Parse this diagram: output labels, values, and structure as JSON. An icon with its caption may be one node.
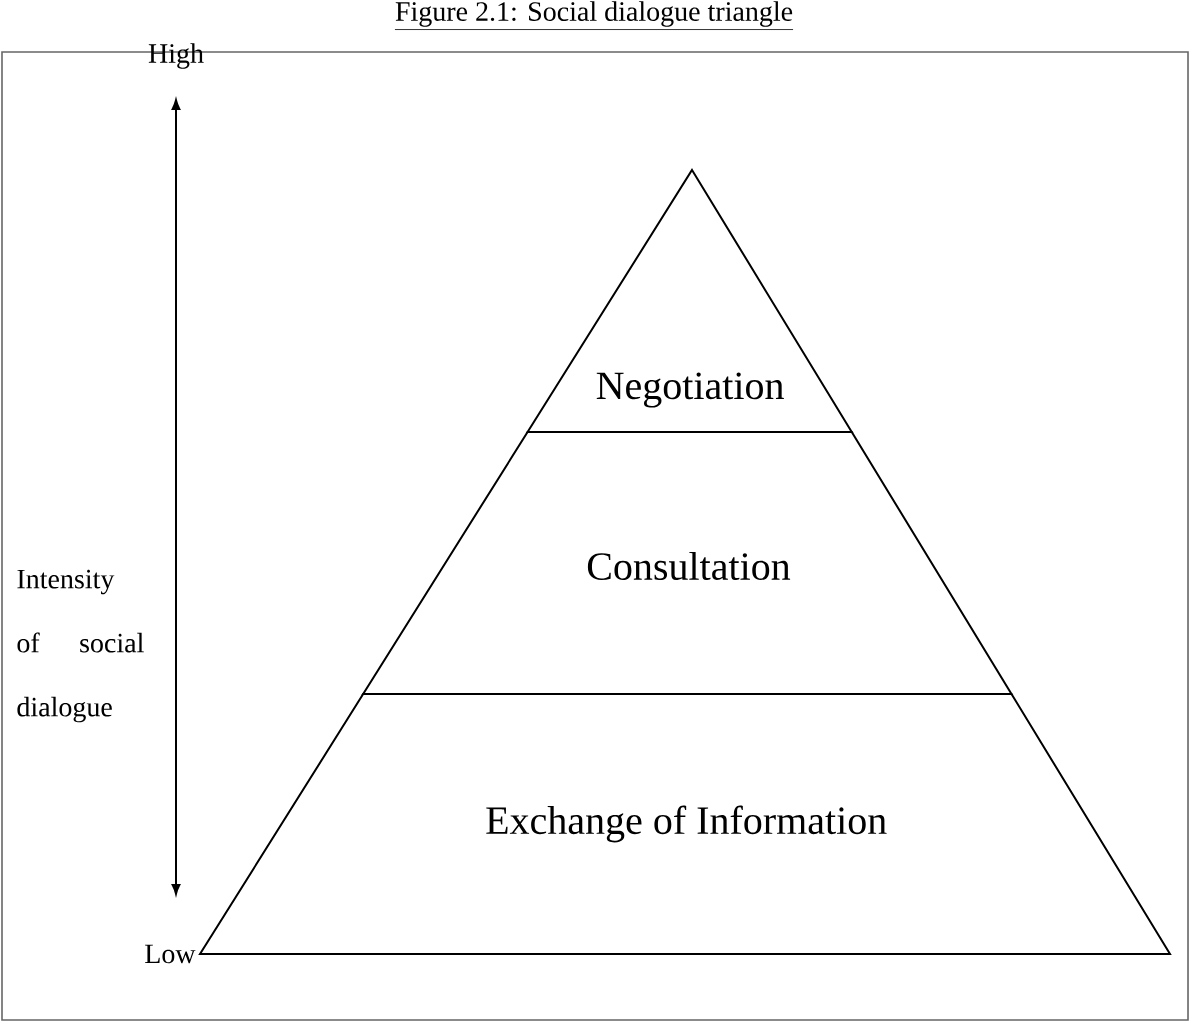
{
  "diagram": {
    "title": "Figure 2.1: Social dialogue triangle",
    "nodes": [
      {
        "text": [
          "Negotiation"
        ]
      },
      {
        "text": [
          "Consultation"
        ]
      },
      {
        "text": [
          "Exchange of Information"
        ]
      }
    ],
    "labels": [
      "High",
      "Intensity of social dialogue",
      "Low"
    ]
  }
}
